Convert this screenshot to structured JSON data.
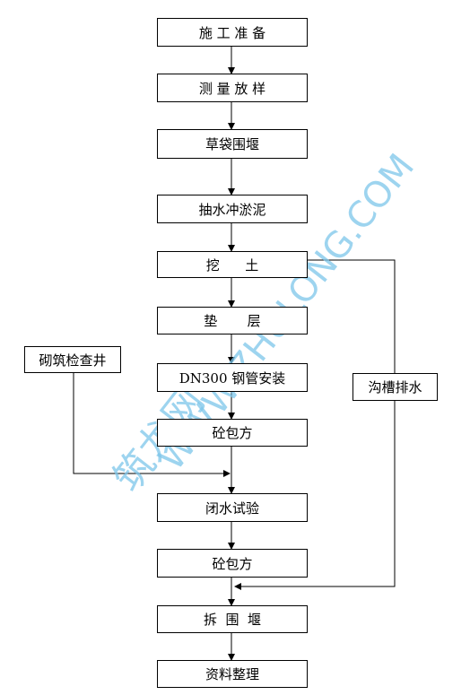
{
  "flowchart": {
    "steps": [
      "施 工 准 备",
      "测 量 放 样",
      "草袋围堰",
      "抽水冲淤泥",
      "挖      土",
      "垫       层",
      "DN300 钢管安装",
      "砼包方",
      "闭水试验",
      "砼包方",
      "拆  围  堰",
      "资料整理"
    ],
    "side_left": "砌筑检查井",
    "side_right": "沟槽排水"
  },
  "watermark": {
    "site": "筑龙网",
    "url": "WWW.ZHULONG.COM",
    "color": "#7dc6ea"
  }
}
